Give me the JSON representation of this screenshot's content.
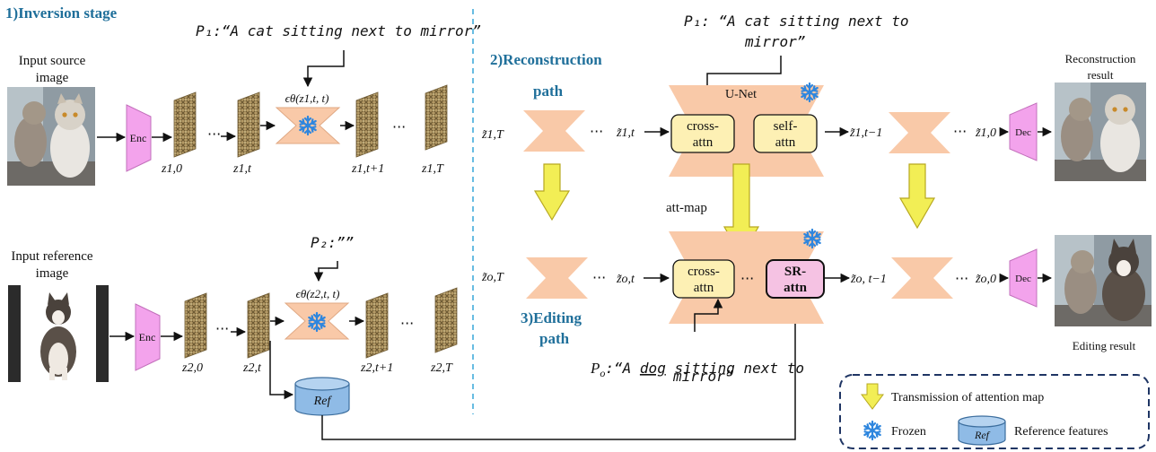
{
  "sections": {
    "inversion": "1)Inversion stage",
    "reconstruction": "2)Reconstruction",
    "reconstruction_path": "path",
    "editing": "3)Editing",
    "editing_path": "path"
  },
  "inversion": {
    "prompt1": "P₁:“A cat sitting next to mirror”",
    "prompt2": "P₂:””",
    "source_label_1": "Input source",
    "source_label_2": "image",
    "reference_label_1": "Input reference",
    "reference_label_2": "image",
    "enc": "Enc",
    "ellipsis": "···",
    "eps1": "ϵθ(z1,t, t)",
    "eps2": "ϵθ(z2,t, t)",
    "row1_latents": [
      "z1,0",
      "z1,t",
      "z1,t+1",
      "z1,T"
    ],
    "row2_latents": [
      "z2,0",
      "z2,t",
      "z2,t+1",
      "z2,T"
    ],
    "ref": "Ref"
  },
  "reconstruction": {
    "prompt_line1": "P₁: “A cat sitting next to",
    "prompt_line2": "mirror”",
    "unet": "U-Net",
    "cross_1": "cross-",
    "cross_2": "attn",
    "self_1": "self-",
    "self_2": "attn",
    "z_start": "z̃1,T",
    "z_t": "z̃1,t",
    "z_tm1": "z̃1,t−1",
    "z_0": "z̃1,0",
    "dec": "Dec",
    "result": "Reconstruction result"
  },
  "editing": {
    "attmap": "att-map",
    "cross_1": "cross-",
    "cross_2": "attn",
    "sr_1": "SR-",
    "sr_2": "attn",
    "z_start": "z̃o,T",
    "z_t": "z̃o,t",
    "z_tm1": "z̃o, t−1",
    "z_0": "z̃o,0",
    "dec": "Dec",
    "result": "Editing result",
    "prompt_head": "P",
    "prompt_sub": "o",
    "prompt_a": ":“A ",
    "prompt_dog": "dog",
    "prompt_rest": " sitting next to",
    "prompt_line2": "mirror”"
  },
  "legend": {
    "transmission": "Transmission of attention map",
    "frozen": "Frozen",
    "ref_icon": "Ref",
    "reference_features": "Reference features"
  },
  "colors": {
    "section_blue": "#1f6f9a",
    "unet_peach": "#f9c9a8",
    "enc_pink": "#f3a3ec",
    "attn_yellow": "#fdf0b4",
    "sr_pink": "#f5c2e3",
    "ref_blue": "#8fbbe6",
    "arrow_yellow": "#f2ee55",
    "snow_blue": "#2e86de"
  }
}
